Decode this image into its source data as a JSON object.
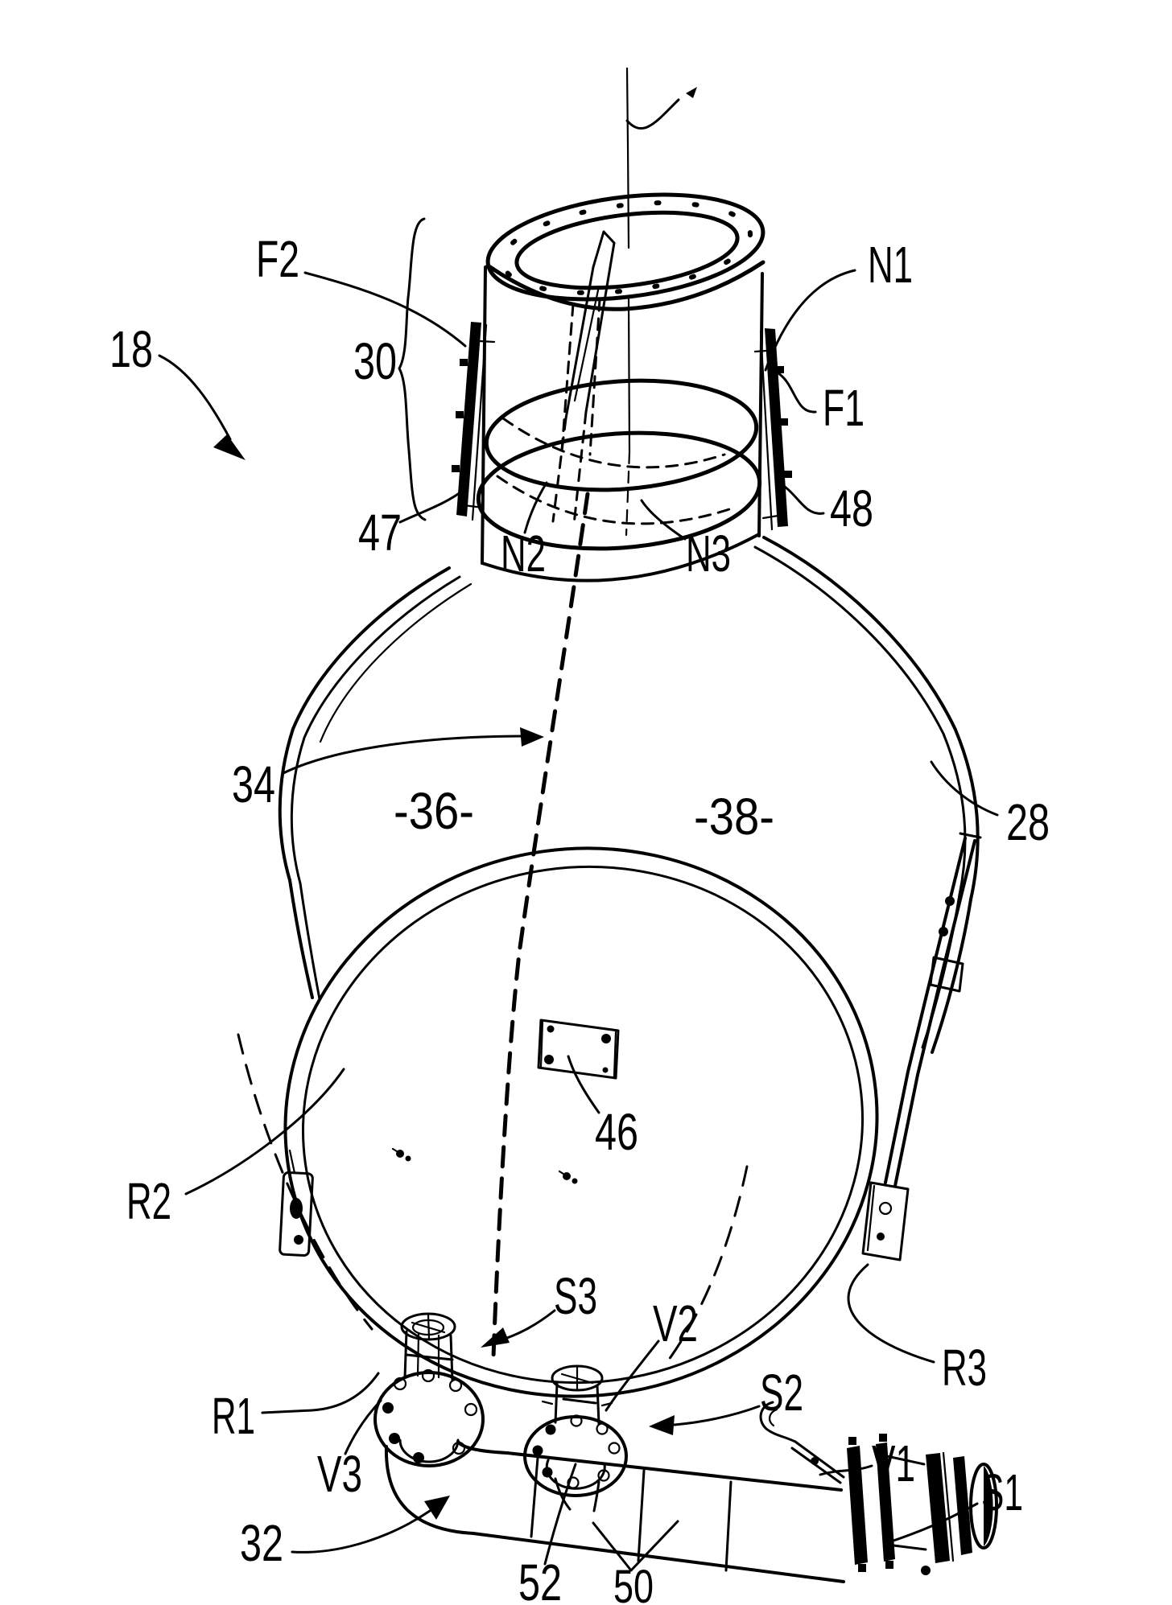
{
  "figure": {
    "background": "#ffffff",
    "ink": "#000000",
    "labels": {
      "l18": "18",
      "f2": "F2",
      "n30": "30",
      "n1": "N1",
      "f1": "F1",
      "n48": "48",
      "n47": "47",
      "n2": "N2",
      "n3": "N3",
      "n34": "34",
      "n36": "-36-",
      "n38": "-38-",
      "n28": "28",
      "r2": "R2",
      "n46": "46",
      "r1": "R1",
      "v3": "V3",
      "n32": "32",
      "s3": "S3",
      "v2": "V2",
      "s2": "S2",
      "r3": "R3",
      "n52": "52",
      "n50": "50",
      "v1": "V1",
      "s1": "S1"
    }
  }
}
